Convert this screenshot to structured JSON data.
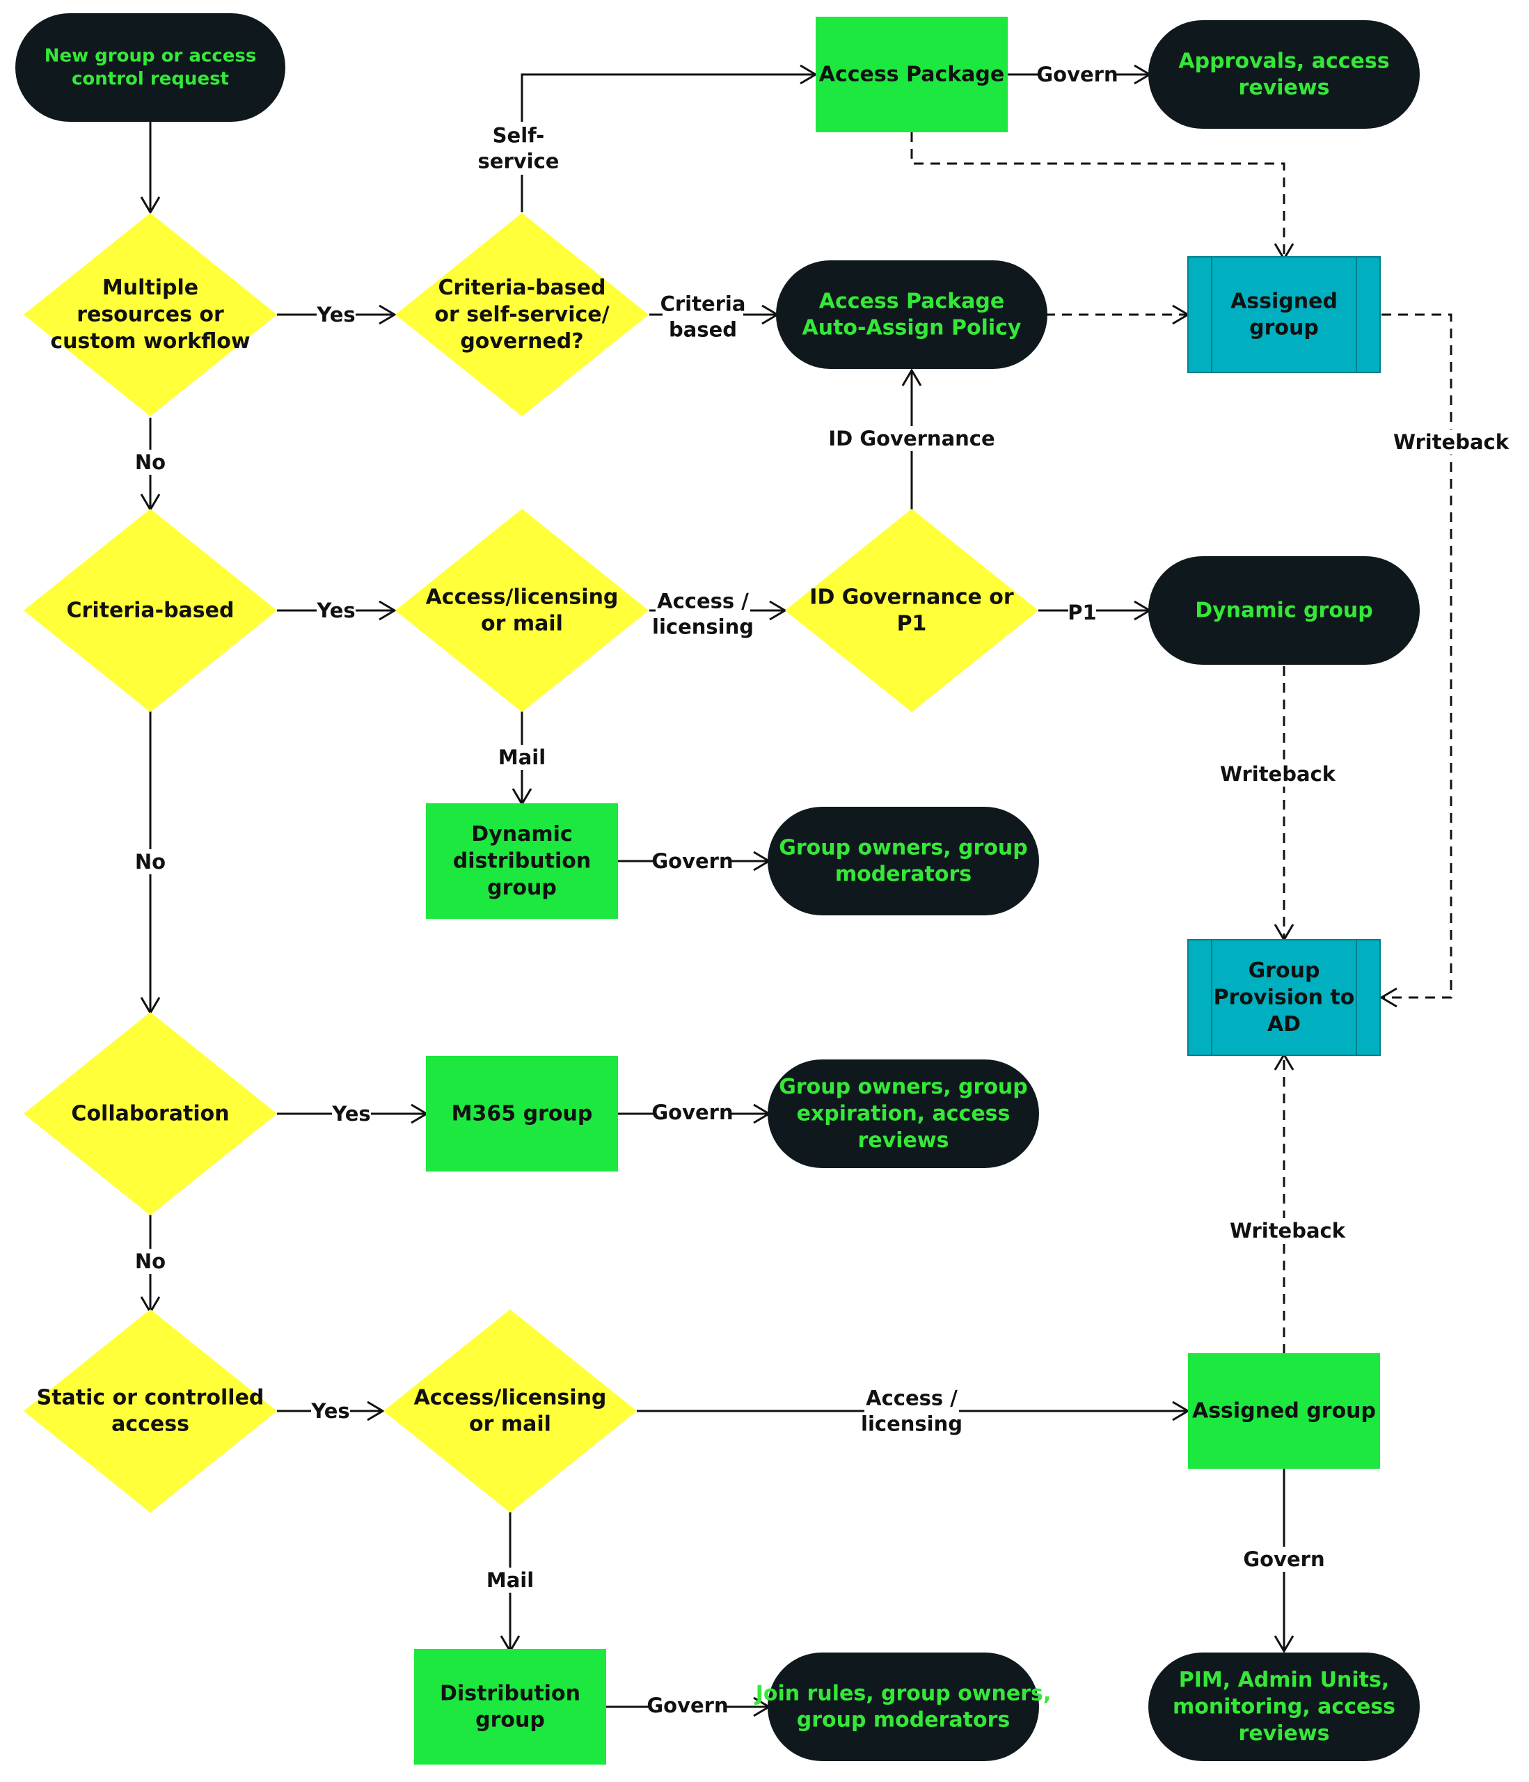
{
  "colors": {
    "decision": "#ffff3a",
    "process": "#1de83f",
    "terminal": "#0f191d",
    "terminal_text": "#35e838",
    "store": "#00b0c0",
    "store_stroke": "#007f8c",
    "text_dark": "#111111",
    "line": "#111111"
  },
  "nodes": {
    "start": "New group or access control request",
    "d_multiple": "Multiple resources or custom workflow",
    "d_criteria_self": "Criteria-based or self-service/ governed?",
    "access_package": "Access Package",
    "approvals": "Approvals, access reviews",
    "ap_auto_assign": "Access Package Auto-Assign Policy",
    "assigned_group_top": "Assigned group",
    "d_criteria": "Criteria-based",
    "d_access_mail_1": "Access/licensing or mail",
    "d_idgov": "ID Governance or P1",
    "dynamic_group": "Dynamic group",
    "dyn_dist_group": "Dynamic distribution group",
    "owners_moderators_1": "Group owners, group moderators",
    "group_provision": "Group Provision to AD",
    "d_collab": "Collaboration",
    "m365_group": "M365 group",
    "owners_expiration": "Group owners, group expiration, access reviews",
    "d_static": "Static or controlled access",
    "d_access_mail_2": "Access/licensing or mail",
    "assigned_group_bottom": "Assigned group",
    "distribution_group": "Distribution group",
    "join_rules": "Join rules, group owners, group moderators",
    "pim": "PIM, Admin Units, monitoring, access reviews"
  },
  "edge_labels": {
    "yes_1": "Yes",
    "no_1": "No",
    "self_service": "Self- service",
    "criteria_based": "Criteria based",
    "govern_ap": "Govern",
    "id_governance": "ID Governance",
    "writeback_top": "Writeback",
    "yes_2": "Yes",
    "no_2": "No",
    "access_licensing_1": "Access / licensing",
    "p1": "P1",
    "mail_1": "Mail",
    "govern_dyn_dist": "Govern",
    "writeback_dynamic": "Writeback",
    "yes_3": "Yes",
    "govern_m365": "Govern",
    "no_3": "No",
    "yes_4": "Yes",
    "access_licensing_2": "Access / licensing",
    "writeback_bottom": "Writeback",
    "mail_2": "Mail",
    "govern_dist": "Govern",
    "govern_assigned": "Govern"
  }
}
